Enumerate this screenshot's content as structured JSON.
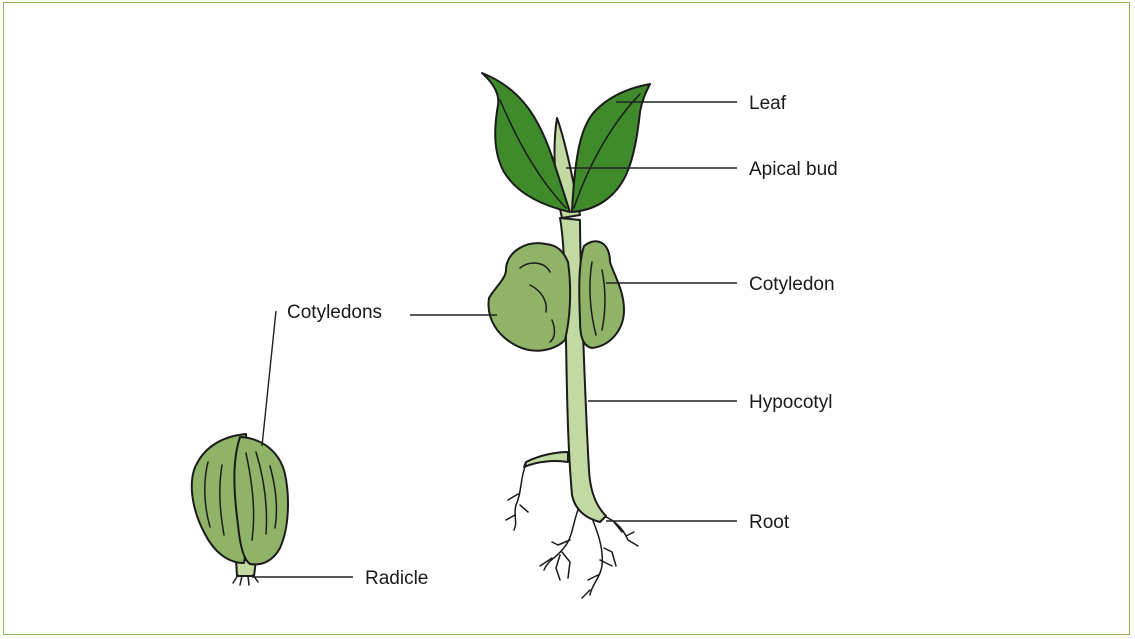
{
  "diagram": {
    "labels": {
      "leaf": "Leaf",
      "apical_bud": "Apical bud",
      "cotyledon": "Cotyledon",
      "hypocotyl": "Hypocotyl",
      "root": "Root",
      "cotyledons": "Cotyledons",
      "radicle": "Radicle"
    },
    "colors": {
      "frame_border": "#8db65a",
      "leaf_green": "#3f8a2a",
      "cotyledon_green": "#8fb468",
      "stem_green": "#c2d9a2",
      "outline": "#1b1b1b"
    }
  }
}
